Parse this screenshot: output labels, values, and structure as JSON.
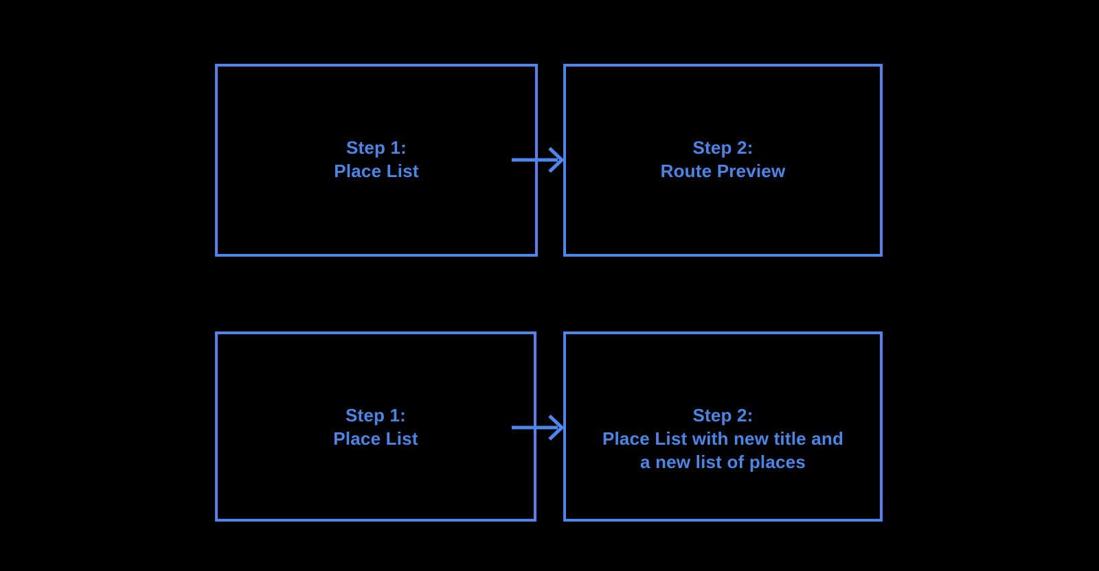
{
  "colors": {
    "background": "#000000",
    "accent": "#4C87F0",
    "text": "#4A86E8"
  },
  "diagram": {
    "boxes": [
      {
        "id": "step1-place-list-top",
        "lines": [
          "Step 1:",
          "Place List"
        ]
      },
      {
        "id": "step2-route-preview",
        "lines": [
          "Step 2:",
          "Route Preview"
        ]
      },
      {
        "id": "step1-place-list-bottom",
        "lines": [
          "Step 1:",
          "Place List"
        ]
      },
      {
        "id": "step2-new-place-list",
        "lines": [
          "Step 2:",
          "Place List with new title and",
          "a new list of places"
        ]
      }
    ],
    "arrows": [
      {
        "icon": "arrow-right-icon",
        "direction": "right"
      },
      {
        "icon": "arrow-right-icon",
        "direction": "right"
      }
    ]
  }
}
